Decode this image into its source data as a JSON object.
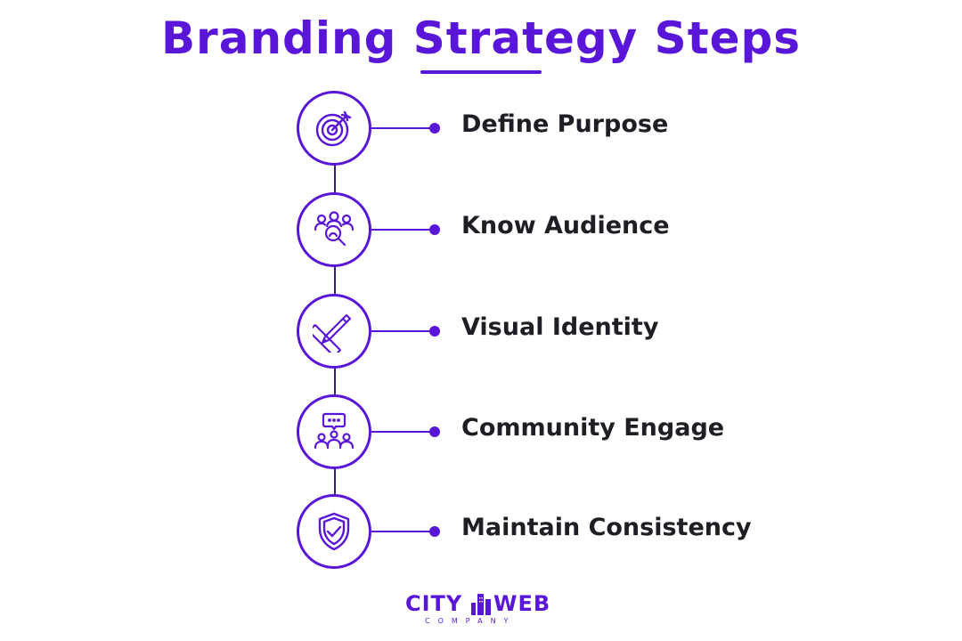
{
  "title": "Branding Strategy Steps",
  "colors": {
    "accent": "#5a16d8",
    "text": "#1e1e24"
  },
  "steps": [
    {
      "label": "Define Purpose",
      "icon": "target-icon"
    },
    {
      "label": "Know Audience",
      "icon": "audience-search-icon"
    },
    {
      "label": "Visual Identity",
      "icon": "pencil-ruler-icon"
    },
    {
      "label": "Community Engage",
      "icon": "community-chat-icon"
    },
    {
      "label": "Maintain Consistency",
      "icon": "shield-check-icon"
    }
  ],
  "logo": {
    "word1": "CITY",
    "word2": "WEB",
    "sub": "COMPANY"
  }
}
